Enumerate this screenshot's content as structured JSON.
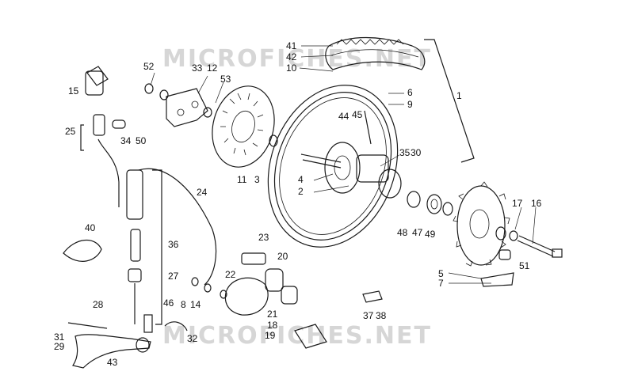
{
  "watermark": {
    "text": "MICROFICHES.NET"
  },
  "labels": {
    "l1": "1",
    "l2": "2",
    "l3": "3",
    "l4": "4",
    "l5": "5",
    "l6": "6",
    "l7": "7",
    "l8": "8",
    "l9": "9",
    "l10": "10",
    "l11": "11",
    "l12": "12",
    "l14": "14",
    "l15": "15",
    "l16": "16",
    "l17": "17",
    "l18": "18",
    "l19": "19",
    "l20": "20",
    "l21": "21",
    "l22": "22",
    "l23": "23",
    "l24": "24",
    "l25": "25",
    "l27": "27",
    "l28": "28",
    "l29": "29",
    "l30": "30",
    "l31": "31",
    "l32": "32",
    "l33": "33",
    "l34": "34",
    "l35": "35",
    "l36": "36",
    "l37": "37",
    "l38": "38",
    "l40": "40",
    "l41": "41",
    "l42": "42",
    "l43": "43",
    "l44": "44",
    "l45": "45",
    "l46": "46",
    "l47": "47",
    "l48": "48",
    "l49": "49",
    "l50": "50",
    "l51": "51",
    "l52": "52",
    "l53": "53"
  }
}
